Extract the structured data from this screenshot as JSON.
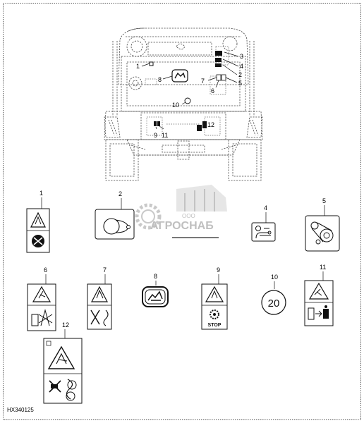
{
  "callouts_top": [
    {
      "id": "c1",
      "label": "1"
    },
    {
      "id": "c2",
      "label": "2"
    },
    {
      "id": "c3",
      "label": "3"
    },
    {
      "id": "c4",
      "label": "4"
    },
    {
      "id": "c5",
      "label": "5"
    },
    {
      "id": "c6",
      "label": "6"
    },
    {
      "id": "c7",
      "label": "7"
    },
    {
      "id": "c8",
      "label": "8"
    },
    {
      "id": "c9",
      "label": "9"
    },
    {
      "id": "c10",
      "label": "10"
    },
    {
      "id": "c11",
      "label": "11"
    },
    {
      "id": "c12",
      "label": "12"
    }
  ],
  "decals": [
    {
      "id": "d1",
      "label": "1"
    },
    {
      "id": "d2",
      "label": "2"
    },
    {
      "id": "d4",
      "label": "4"
    },
    {
      "id": "d5",
      "label": "5"
    },
    {
      "id": "d6",
      "label": "6"
    },
    {
      "id": "d7",
      "label": "7"
    },
    {
      "id": "d8",
      "label": "8"
    },
    {
      "id": "d9",
      "label": "9"
    },
    {
      "id": "d10",
      "label": "10"
    },
    {
      "id": "d11",
      "label": "11"
    },
    {
      "id": "d12",
      "label": "12"
    }
  ],
  "decal_texts": {
    "stop": "STOP",
    "speed": "20"
  },
  "watermark": {
    "company_small": "ООО",
    "company": "АГРОСНАБ"
  },
  "figure_code": "HX340125"
}
